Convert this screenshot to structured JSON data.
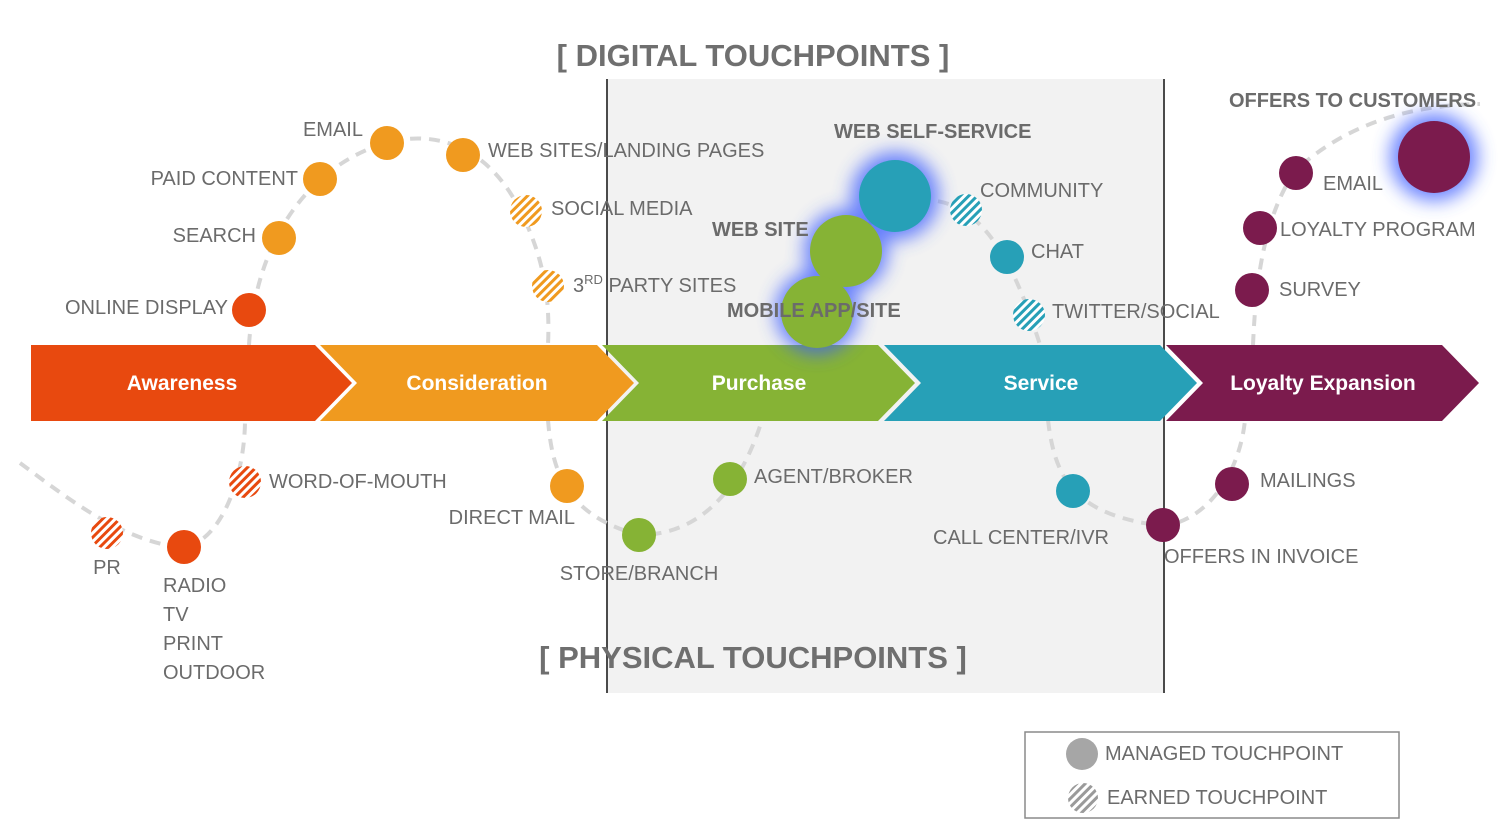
{
  "headers": {
    "digital": "[ DIGITAL TOUCHPOINTS ]",
    "physical": "[ PHYSICAL TOUCHPOINTS ]"
  },
  "colors": {
    "awareness": "#e8490f",
    "consideration": "#f09a1f",
    "purchase": "#86b335",
    "service": "#27a0b7",
    "loyalty": "#7b1b4d",
    "panel": "#f2f2f2",
    "path": "#d6d6d6",
    "label": "#6b6b6b",
    "glow": "#3a5cff"
  },
  "stages": [
    {
      "id": "awareness",
      "label": "Awareness",
      "color": "#e8490f"
    },
    {
      "id": "consideration",
      "label": "Consideration",
      "color": "#f09a1f"
    },
    {
      "id": "purchase",
      "label": "Purchase",
      "color": "#86b335"
    },
    {
      "id": "service",
      "label": "Service",
      "color": "#27a0b7"
    },
    {
      "id": "loyalty",
      "label": "Loyalty Expansion",
      "color": "#7b1b4d"
    }
  ],
  "touchpoints": {
    "online_display": "ONLINE DISPLAY",
    "search": "SEARCH",
    "paid_content": "PAID CONTENT",
    "email_top": "EMAIL",
    "web_sites_landing": "WEB SITES/LANDING PAGES",
    "social_media": "SOCIAL MEDIA",
    "third_party_pre": "3",
    "third_party_sup": "RD",
    "third_party_post": " PARTY SITES",
    "web_self_service": "WEB SELF-SERVICE",
    "web_site": "WEB SITE",
    "mobile_app": "MOBILE APP/SITE",
    "community": "COMMUNITY",
    "chat": "CHAT",
    "twitter_social": "TWITTER/SOCIAL",
    "offers_to_customers": "OFFERS TO CUSTOMERS",
    "email_loyalty": "EMAIL",
    "loyalty_program": "LOYALTY PROGRAM",
    "survey": "SURVEY",
    "word_of_mouth": "WORD-OF-MOUTH",
    "pr": "PR",
    "radio": "RADIO",
    "tv": "TV",
    "print": "PRINT",
    "outdoor": "OUTDOOR",
    "direct_mail": "DIRECT MAIL",
    "store_branch": "STORE/BRANCH",
    "agent_broker": "AGENT/BROKER",
    "call_center": "CALL CENTER/IVR",
    "offers_in_invoice": "OFFERS IN INVOICE",
    "mailings": "MAILINGS"
  },
  "legend": {
    "managed": "MANAGED TOUCHPOINT",
    "earned": "EARNED TOUCHPOINT"
  }
}
